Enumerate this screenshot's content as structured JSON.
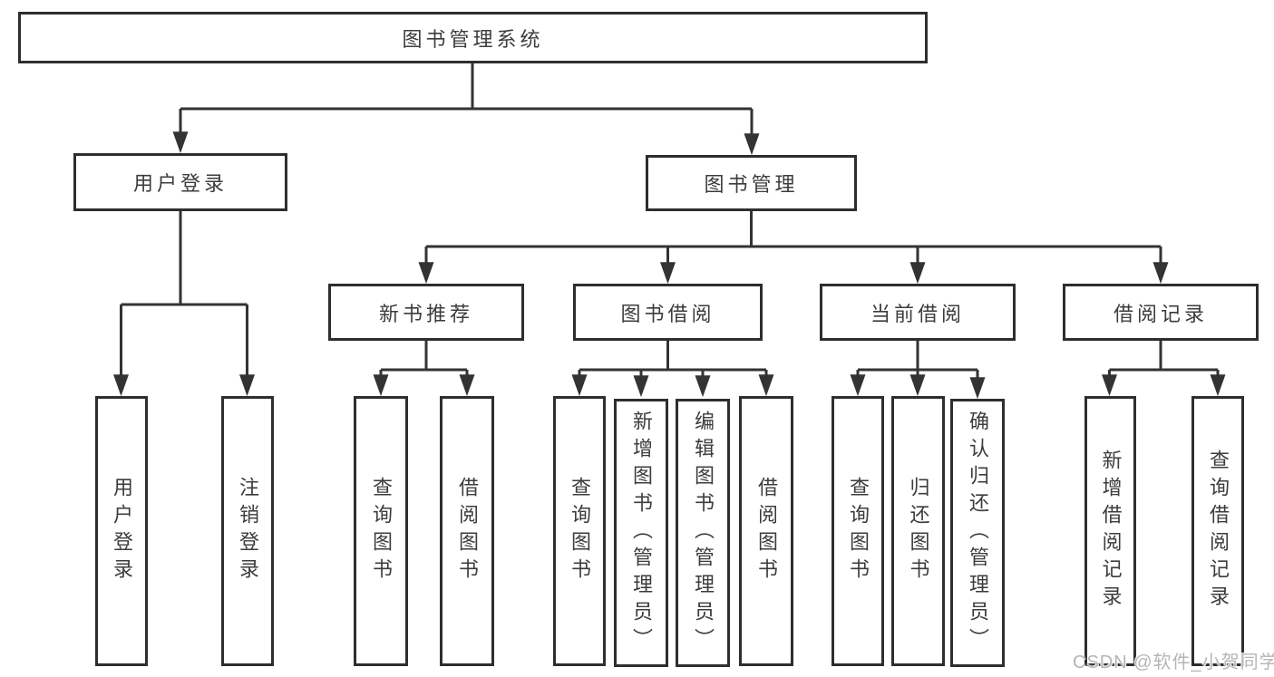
{
  "tree": {
    "root": {
      "label": "图书管理系统",
      "children": [
        {
          "label": "用户登录",
          "children": [
            {
              "label": "用户登录"
            },
            {
              "label": "注销登录"
            }
          ]
        },
        {
          "label": "图书管理",
          "children": [
            {
              "label": "新书推荐",
              "children": [
                {
                  "label": "查询图书"
                },
                {
                  "label": "借阅图书"
                }
              ]
            },
            {
              "label": "图书借阅",
              "children": [
                {
                  "label": "查询图书"
                },
                {
                  "label": "新增图书（管理员）"
                },
                {
                  "label": "编辑图书（管理员）"
                },
                {
                  "label": "借阅图书"
                }
              ]
            },
            {
              "label": "当前借阅",
              "children": [
                {
                  "label": "查询图书"
                },
                {
                  "label": "归还图书"
                },
                {
                  "label": "确认归还（管理员）"
                }
              ]
            },
            {
              "label": "借阅记录",
              "children": [
                {
                  "label": "新增借阅记录"
                },
                {
                  "label": "查询借阅记录"
                }
              ]
            }
          ]
        }
      ]
    }
  },
  "watermark": {
    "text": "CSDN @软件_小贺同学"
  },
  "colors": {
    "line": "#333333",
    "box_border": "#2e2e2e",
    "text": "#3c3c3c",
    "watermark": "#b5b5b5",
    "background": "#ffffff"
  }
}
